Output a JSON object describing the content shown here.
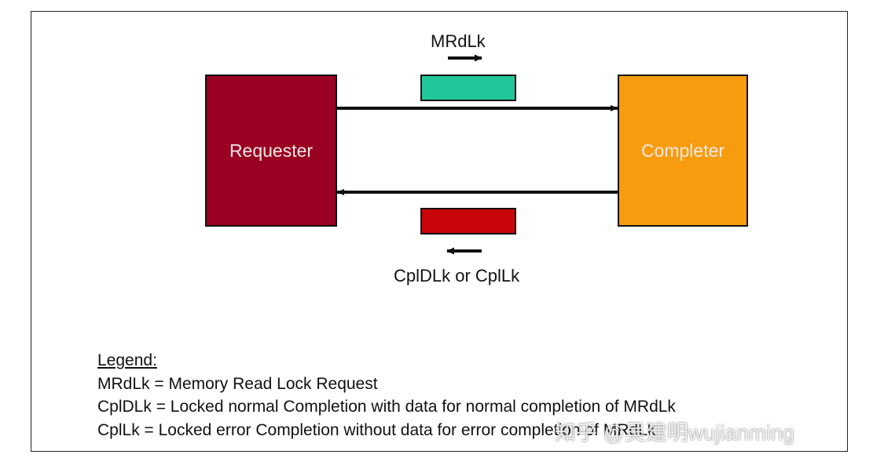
{
  "diagram": {
    "requester": {
      "label": "Requester",
      "color": "#9a0021"
    },
    "completer": {
      "label": "Completer",
      "color": "#f79c0e"
    },
    "request_packet": {
      "label": "MRdLk",
      "color": "#22c69b"
    },
    "completion_packet": {
      "label": "CplDLk or CplLk",
      "color": "#c8050b"
    }
  },
  "legend": {
    "title": "Legend:",
    "items": [
      "MRdLk = Memory Read Lock Request",
      "CplDLk = Locked normal Completion with data for normal completion of MRdLk",
      "CplLk = Locked error Completion without data for error completion of MRdLk"
    ]
  },
  "watermark": {
    "text": "知乎 @吴建明wujianming"
  }
}
